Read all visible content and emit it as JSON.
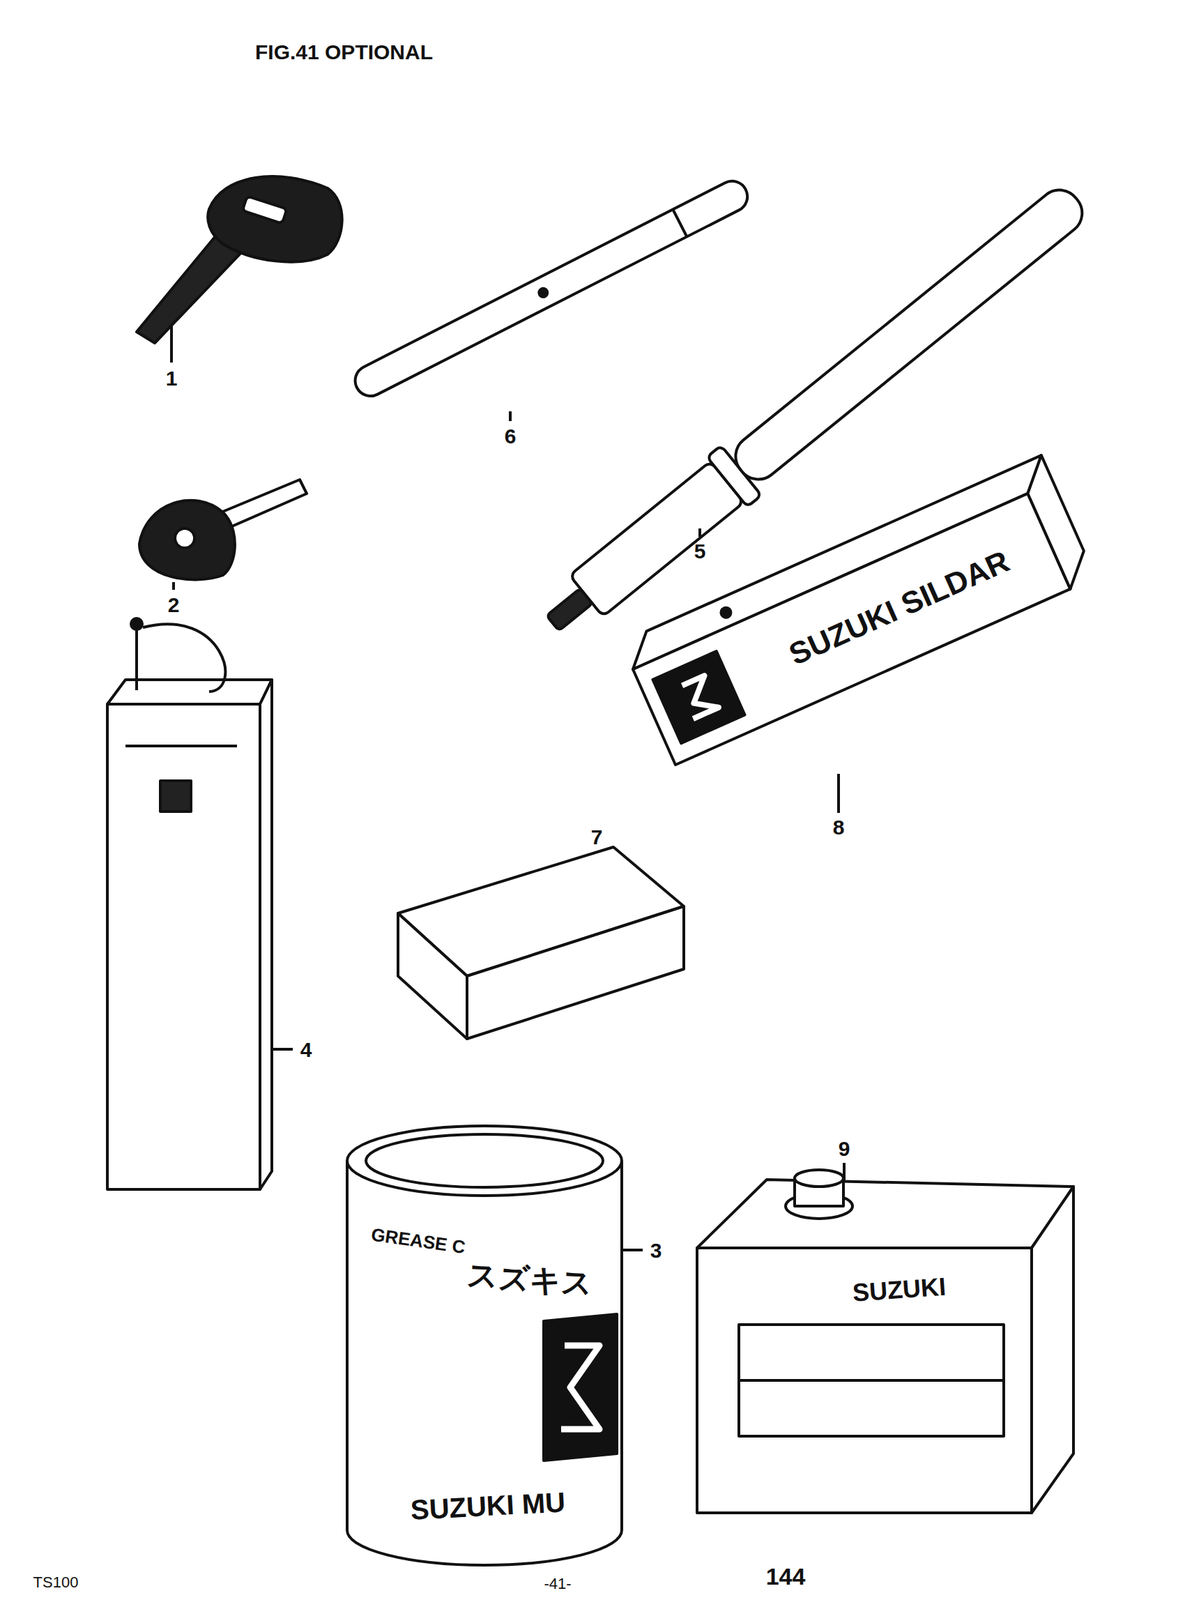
{
  "diagram": {
    "title": "FIG.41 OPTIONAL",
    "labels": [
      "1",
      "2",
      "3",
      "4",
      "5",
      "6",
      "7",
      "8",
      "9",
      "SUZUKI SILDAR",
      "GREASE C",
      "スズキス",
      "SUZUKI MU",
      "SUZUKI",
      "144",
      "TS100",
      "-41-"
    ]
  }
}
